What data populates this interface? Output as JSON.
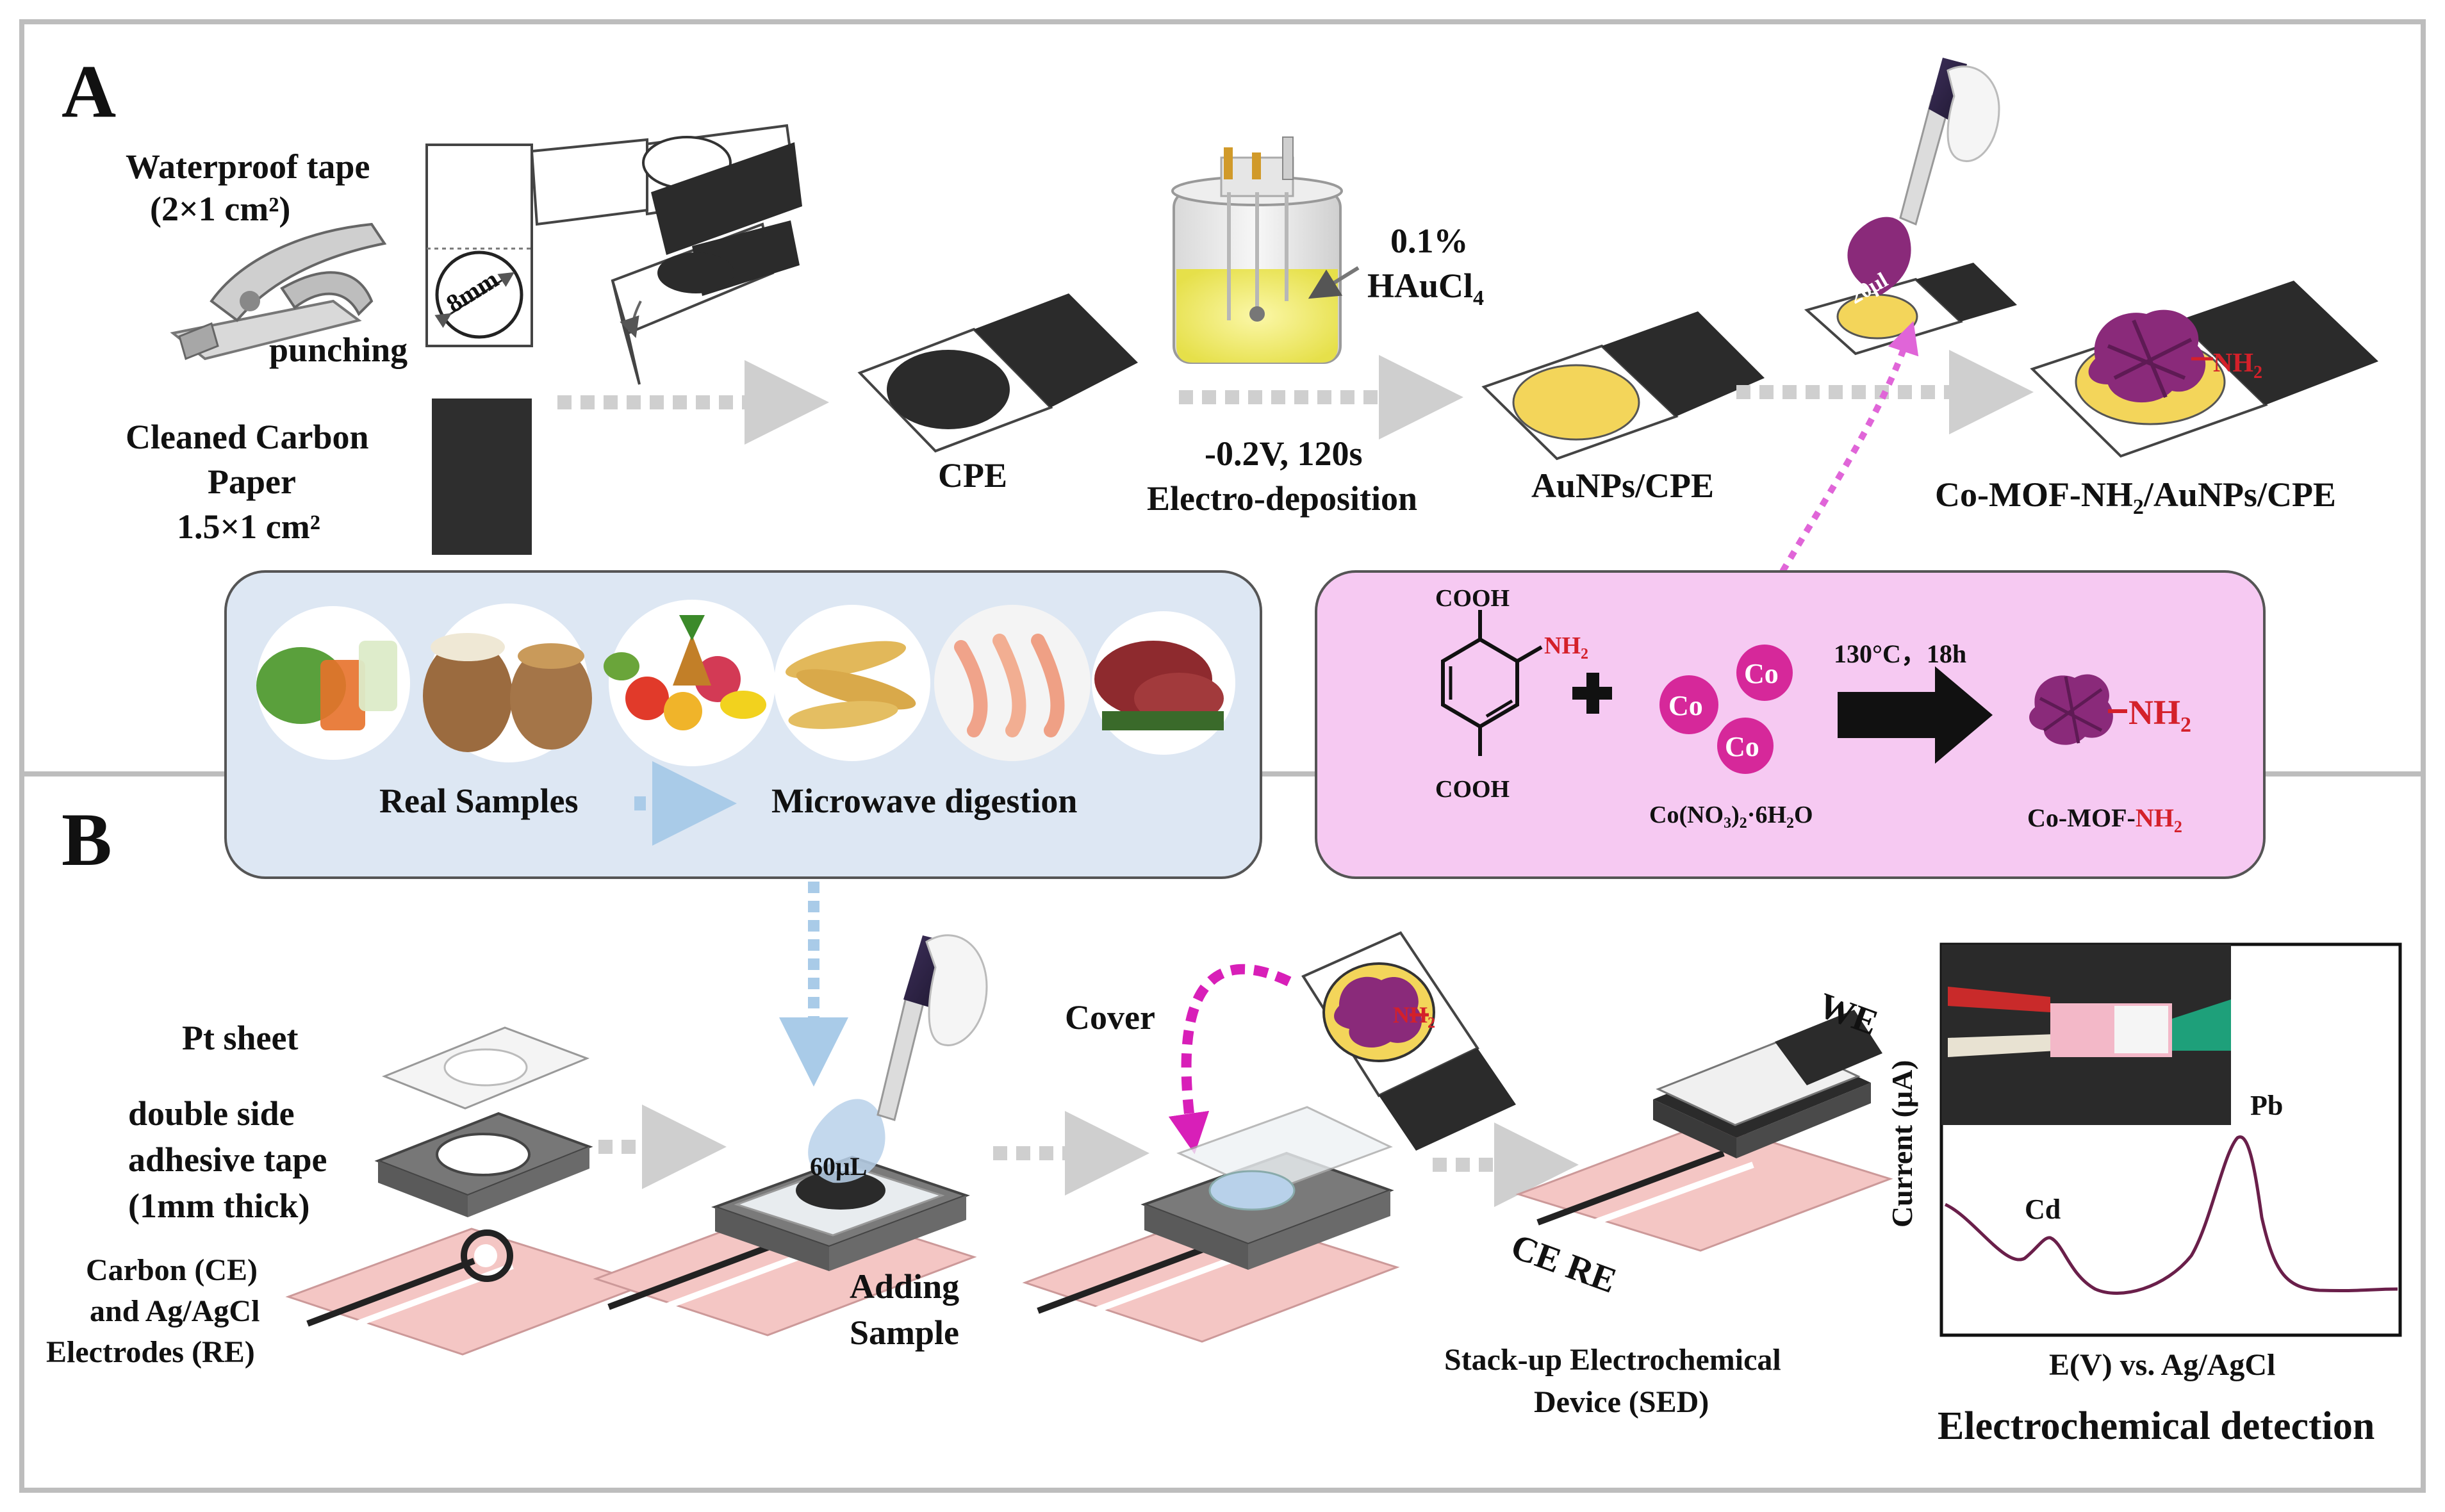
{
  "panel_a": {
    "letter": "A",
    "tape_label_1": "Waterproof  tape",
    "tape_label_2": "(2×1 cm²)",
    "punch_label": "punching",
    "hole_size": "8mm",
    "carbon_label_1": "Cleaned Carbon",
    "carbon_label_2": "Paper",
    "carbon_label_3": "1.5×1 cm²",
    "cpe_label": "CPE",
    "haucl_line1": "0.1%",
    "haucl_line2": "HAuCl",
    "haucl_sub": "4",
    "deposition_line1": "-0.2V, 120s",
    "deposition_line2": "Electro-deposition",
    "aunps_label": "AuNPs/CPE",
    "drop_volume": "20μl",
    "final_label_a": "Co-MOF-NH",
    "final_label_sub": "2",
    "final_label_b": "/AuNPs/CPE",
    "mof_nh2": "NH",
    "mof_nh2_sub": "2"
  },
  "samples_box": {
    "real_samples": "Real Samples",
    "microwave": "Microwave digestion",
    "images": [
      "vegetable-juice",
      "grains-in-sacks",
      "fruits-and-vegetables",
      "fish",
      "shrimp",
      "meat"
    ]
  },
  "synthesis_box": {
    "cooh_top": "COOH",
    "cooh_bottom": "COOH",
    "amine": "NH",
    "amine_sub": "2",
    "co": "Co",
    "salt_a": "Co(NO",
    "salt_sub1": "3",
    "salt_b": ")",
    "salt_sub2": "2",
    "salt_c": "·6H",
    "salt_sub3": "2",
    "salt_d": "O",
    "conditions": "130°C，18h",
    "product_nh2": "NH",
    "product_nh2_sub": "2",
    "product_label_a": "Co-MOF-",
    "product_label_b": "NH",
    "product_label_sub": "2"
  },
  "panel_b": {
    "letter": "B",
    "pt_sheet": "Pt sheet",
    "tape_1": "double side",
    "tape_2": "adhesive tape",
    "tape_3": "(1mm thick)",
    "electrodes_1": "Carbon (CE)",
    "electrodes_2": "and Ag/AgCl",
    "electrodes_3": "Electrodes (RE)",
    "drop_volume": "60μL",
    "adding_1": "Adding",
    "adding_2": "Sample",
    "cover": "Cover",
    "cover_nh2": "NH",
    "cover_nh2_sub": "2",
    "we": "WE",
    "ce_re": "CE RE",
    "sed_1": "Stack-up Electrochemical",
    "sed_2": "Device (SED)",
    "plot_ylabel": "Current (μA)",
    "plot_xlabel": "E(V) vs. Ag/AgCl",
    "peak_cd": "Cd",
    "peak_pb": "Pb",
    "detection_title": "Electrochemical detection"
  },
  "colors": {
    "arrow_gray": "#cfcfcf",
    "carbon_black": "#2a2a2a",
    "gold": "#f3d55a",
    "mof_purple": "#8a2a7a",
    "nh2_red": "#d4202a",
    "samples_bg": "#dde7f3",
    "synthesis_bg": "#f6c9f2",
    "co_magenta": "#d6289a",
    "electrode_pink": "#f4c6c4",
    "curve": "#6a1f4a"
  }
}
